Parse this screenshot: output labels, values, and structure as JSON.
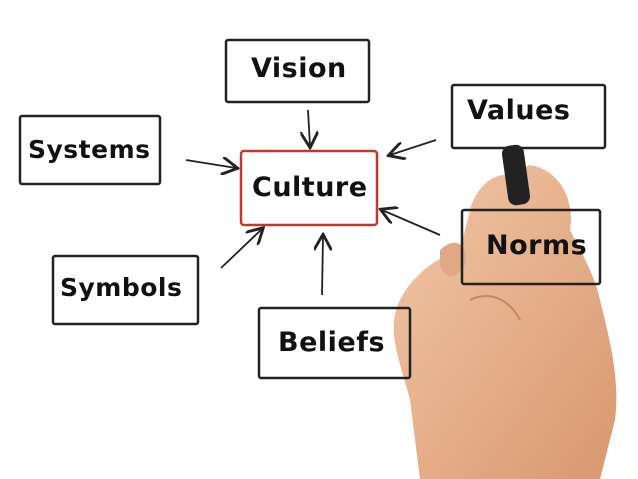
{
  "diagram": {
    "center": "Culture",
    "nodes": [
      "Vision",
      "Values",
      "Systems",
      "Norms",
      "Symbols",
      "Beliefs"
    ],
    "colors": {
      "center_border": "#c0392b",
      "node_border": "#222222",
      "skin": "#e9b896"
    }
  }
}
